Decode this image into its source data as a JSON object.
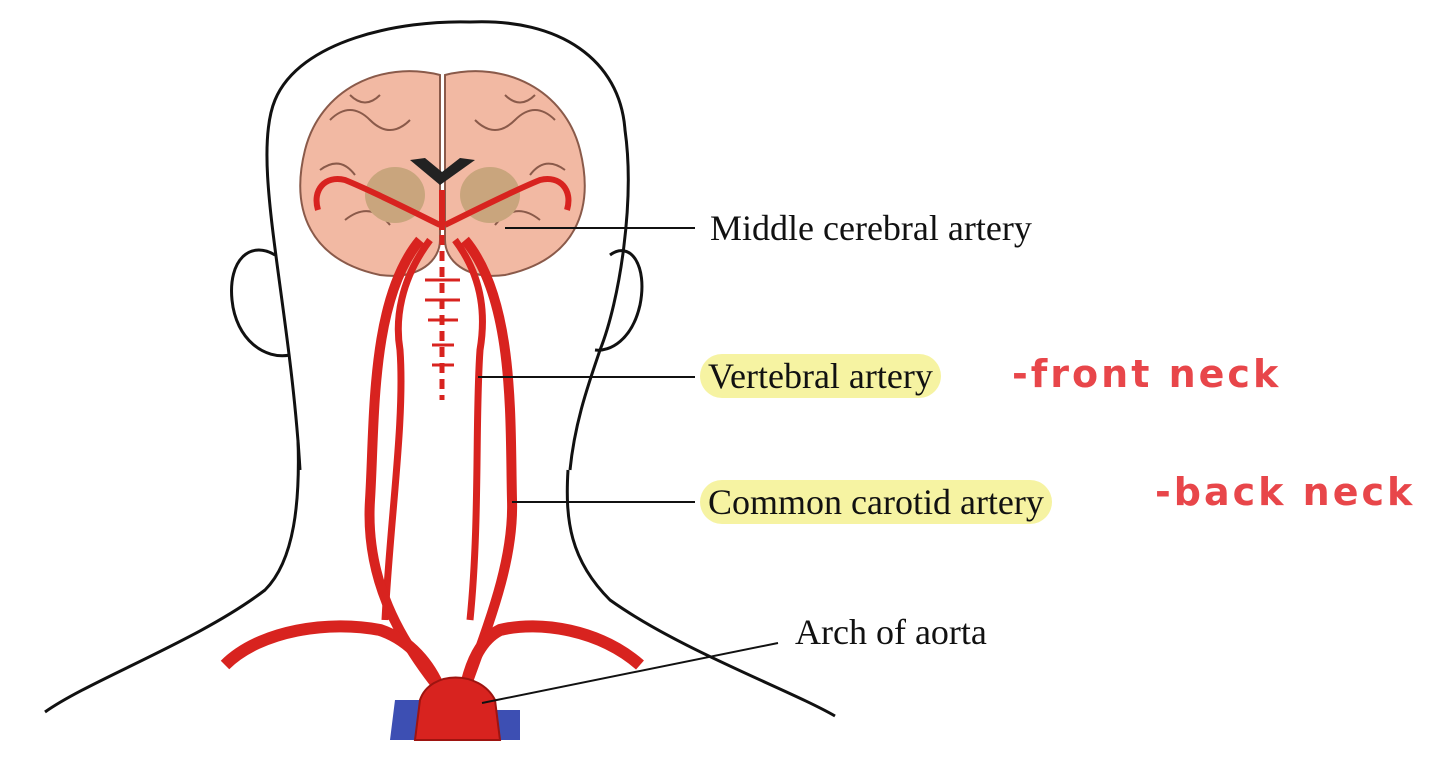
{
  "labels": {
    "middle_cerebral": "Middle cerebral artery",
    "vertebral": "Vertebral artery",
    "common_carotid": "Common carotid artery",
    "arch_aorta": "Arch of aorta"
  },
  "annotations": {
    "vertebral_note": "-front neck",
    "carotid_note": "-back neck"
  },
  "colors": {
    "artery": "#d8231f",
    "artery_dark": "#9e1410",
    "brain": "#f2b9a3",
    "brain_inner": "#c9a57d",
    "vein": "#3d4fb3",
    "highlight": "#f6f3a2",
    "handwriting": "#e8464a",
    "outline": "#111111"
  }
}
